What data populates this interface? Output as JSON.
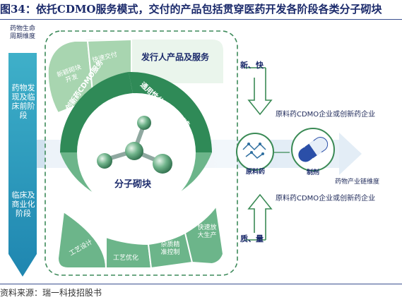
{
  "header": {
    "title": "图34：依托CDMO服务模式，交付的产品包括贯穿医药开发各阶段各类分子砌块"
  },
  "left_axis": {
    "label_line1": "药物生命",
    "label_line2": "周期维度",
    "stage_early": "药物发现及临床前阶段",
    "stage_late": "临床及商业化阶段"
  },
  "diagram": {
    "top_product_title": "发行人产品及服务",
    "ring_left_label": "创新药CDMO服务",
    "ring_right_label": "通用性分子砌块制造",
    "ring_bottom_label": "创新药CDMO服务",
    "center_label": "分子砌块",
    "top_left_block": "新颖砌块开发",
    "top_right_block": "快速交付",
    "bottom_blocks": [
      "工艺设计",
      "工艺优化",
      "杂质精准控制",
      "快速放大生产"
    ]
  },
  "right_panel": {
    "top_arrow_label": "新、快",
    "bottom_arrow_label": "质、量",
    "company_top": "原料药CDMO企业或创新药企业",
    "company_bottom": "原料药CDMO企业或创新药企业",
    "api_label": "原料药",
    "formulation_label": "制剂",
    "industry_axis_label": "药物产业链维度"
  },
  "footer": {
    "source": "资料来源：瑞一科技招股书"
  },
  "colors": {
    "ring_dark": "#2f8a57",
    "ring_light": "#9fcfa6",
    "axis_blue": "#3aa5c6",
    "background_band": "#d6e4f0",
    "title_navy": "#1b2a6b"
  }
}
